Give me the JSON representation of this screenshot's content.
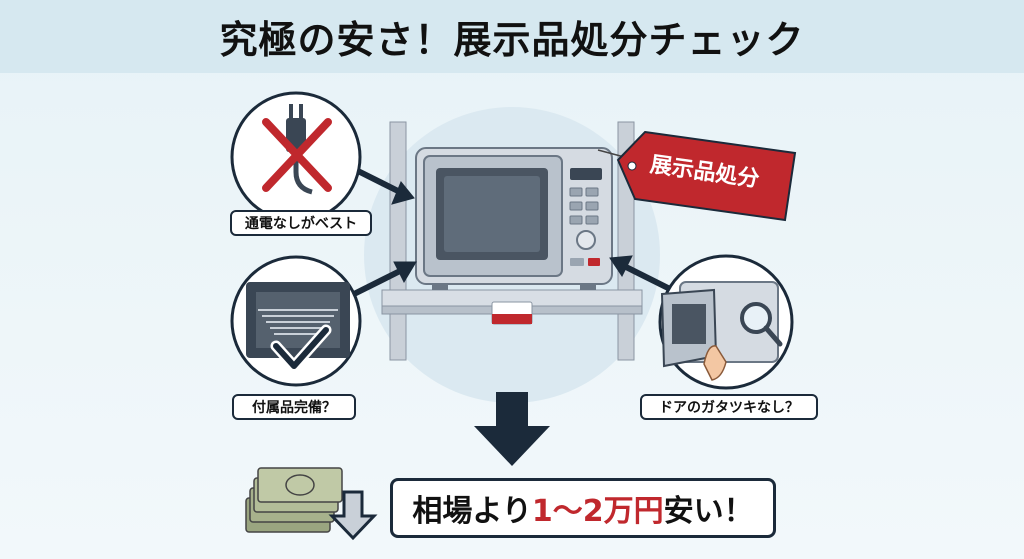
{
  "title": "究極の安さ！展示品処分チェック",
  "price_tag": "展示品処分",
  "checks": [
    {
      "label": "通電なしがベスト",
      "icon": "unplugged-cross-icon"
    },
    {
      "label": "付属品完備？",
      "icon": "oven-tray-check-icon"
    },
    {
      "label": "ドアのガタツキなし？",
      "icon": "door-magnifier-icon"
    }
  ],
  "result": {
    "prefix": "相場より",
    "highlight": "1〜2万円",
    "suffix": "安い！"
  },
  "colors": {
    "header_bg": "#d6e8f0",
    "accent_red": "#c0282d",
    "navy": "#1b2a3a"
  }
}
